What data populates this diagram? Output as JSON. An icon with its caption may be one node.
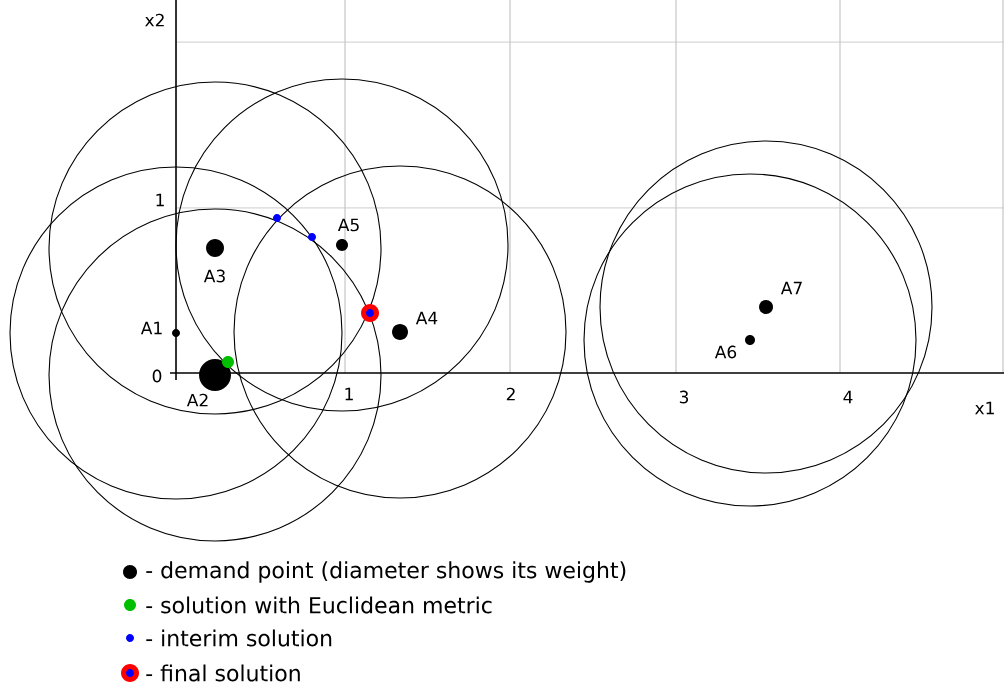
{
  "diagram": {
    "labels": [
      "x2",
      "1",
      "A5",
      "A3",
      "A7",
      "A4",
      "A1",
      "A6",
      "0",
      "A2",
      "1",
      "2",
      "3",
      "4",
      "x1"
    ],
    "legend": [
      {
        "text": "- demand point (diameter shows its weight)"
      },
      {
        "text": "- solution with Euclidean metric"
      },
      {
        "text": "- interim solution"
      },
      {
        "text": "- final solution"
      }
    ]
  }
}
